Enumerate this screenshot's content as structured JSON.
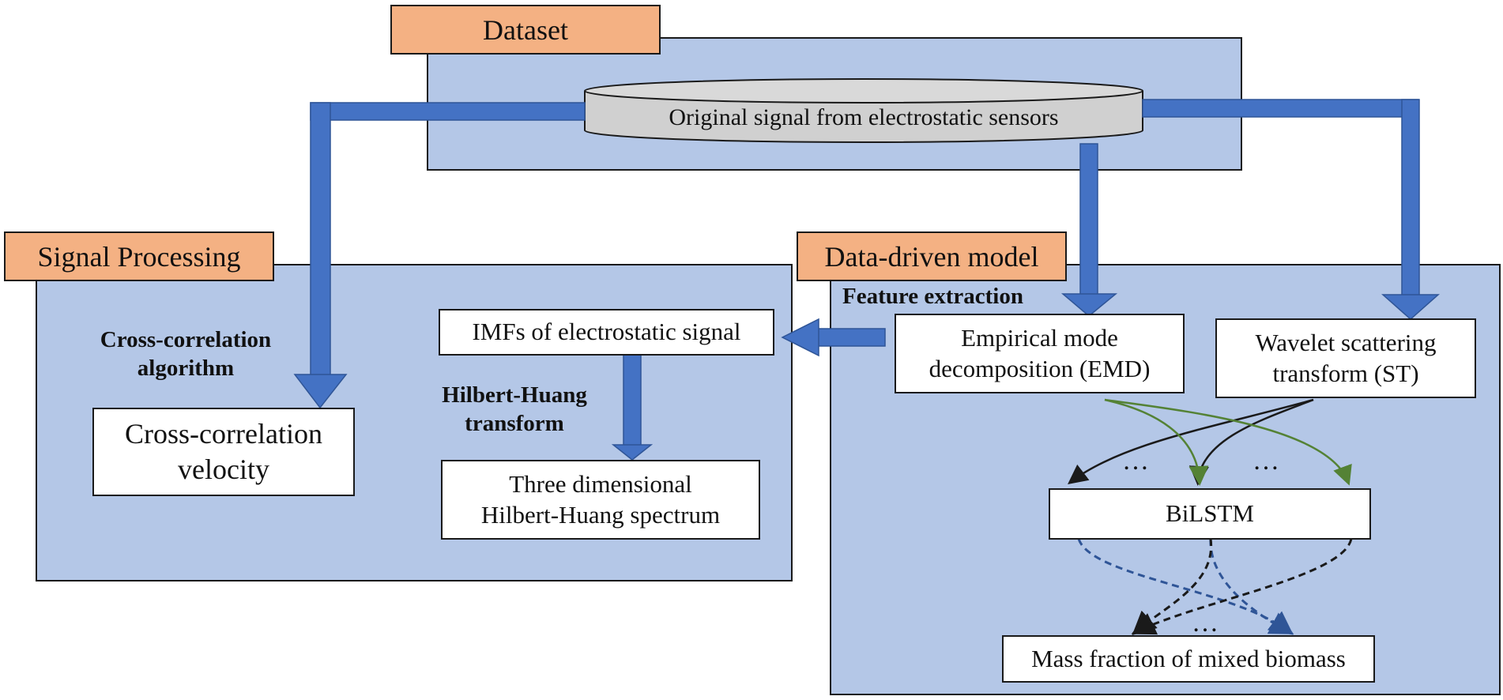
{
  "dataset": {
    "tag": "Dataset",
    "source": "Original signal from electrostatic sensors"
  },
  "signal_processing": {
    "tag": "Signal Processing",
    "cc_label_line1": "Cross-correlation",
    "cc_label_line2": "algorithm",
    "cc_box_line1": "Cross-correlation",
    "cc_box_line2": "velocity",
    "imf_box": "IMFs of electrostatic signal",
    "hht_label_line1": "Hilbert-Huang",
    "hht_label_line2": "transform",
    "spectrum_line1": "Three dimensional",
    "spectrum_line2": "Hilbert-Huang spectrum"
  },
  "data_driven": {
    "tag": "Data-driven model",
    "feature_label": "Feature extraction",
    "emd_line1": "Empirical mode",
    "emd_line2": "decomposition (EMD)",
    "st_line1": "Wavelet scattering",
    "st_line2": "transform (ST)",
    "bilstm": "BiLSTM",
    "output": "Mass fraction of mixed biomass",
    "dots": "…"
  },
  "colors": {
    "panel": "#b4c7e7",
    "tag": "#f4b183",
    "thick_arrow": "#4472c4",
    "green_arrow": "#548235",
    "dashed_blue": "#2f5597",
    "black": "#1a1a1a"
  }
}
